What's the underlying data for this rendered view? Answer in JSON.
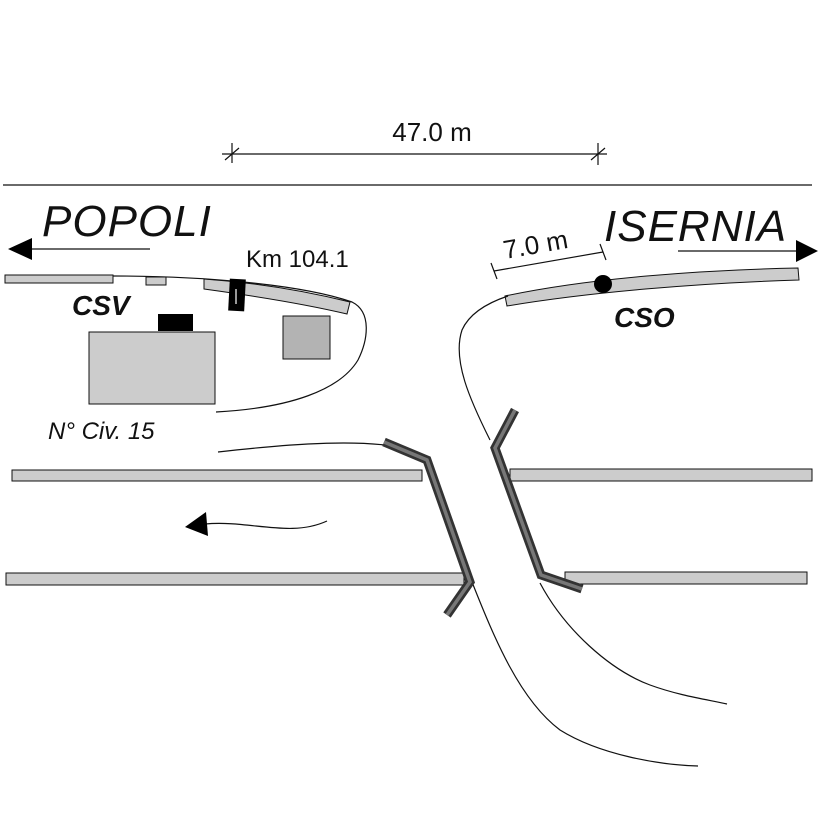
{
  "labels": {
    "dimension_total": "47.0 m",
    "dimension_short": "7.0 m",
    "direction_left": "POPOLI",
    "direction_right": "ISERNIA",
    "kilometer": "Km 104.1",
    "station_left": "CSV",
    "station_right": "CSO",
    "house_number": "N° Civ. 15"
  },
  "colors": {
    "line": "#111111",
    "fill_light": "#cccccc",
    "fill_mid": "#b3b3b3",
    "bridge": "#555555",
    "black": "#000000"
  }
}
